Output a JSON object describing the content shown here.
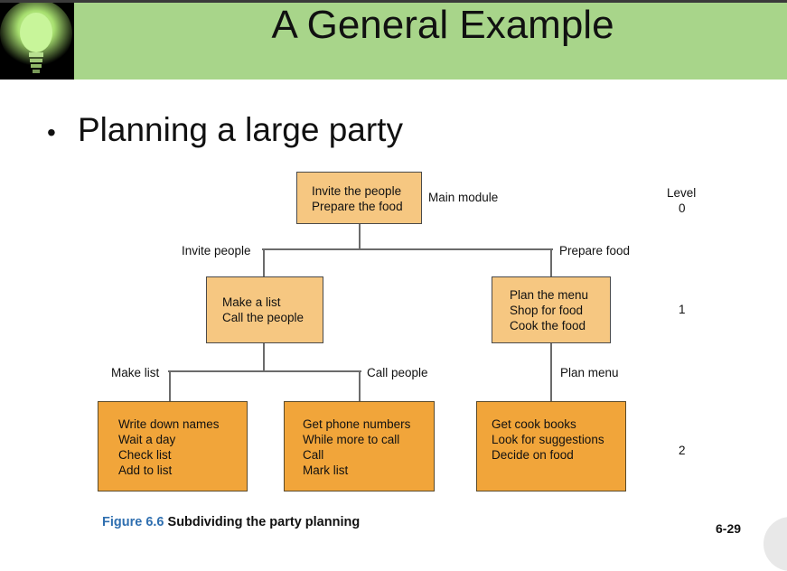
{
  "slide": {
    "title": "A General Example",
    "bullet": "Planning a large party",
    "page_number": "6-29"
  },
  "diagram": {
    "root": {
      "lines": [
        "Invite the people",
        "Prepare the food"
      ],
      "label": "Main module"
    },
    "level_header": [
      "Level",
      "0"
    ],
    "level_numbers": [
      "1",
      "2"
    ],
    "edges": {
      "invite_people": "Invite people",
      "prepare_food": "Prepare food",
      "make_list": "Make list",
      "call_people": "Call people",
      "plan_menu": "Plan menu"
    },
    "level1": [
      {
        "lines": [
          "Make a list",
          "Call the people"
        ]
      },
      {
        "lines": [
          "Plan the menu",
          "Shop for food",
          "Cook the food"
        ]
      }
    ],
    "level2": [
      {
        "lines": [
          "Write down names",
          "Wait a day",
          "Check list",
          "Add to list"
        ]
      },
      {
        "lines": [
          "Get phone numbers",
          "While more to call",
          "Call",
          "Mark list"
        ]
      },
      {
        "lines": [
          "Get cook books",
          "Look for suggestions",
          "Decide on food"
        ]
      }
    ],
    "caption": {
      "figure": "Figure 6.6",
      "text": "Subdividing the party planning"
    }
  }
}
